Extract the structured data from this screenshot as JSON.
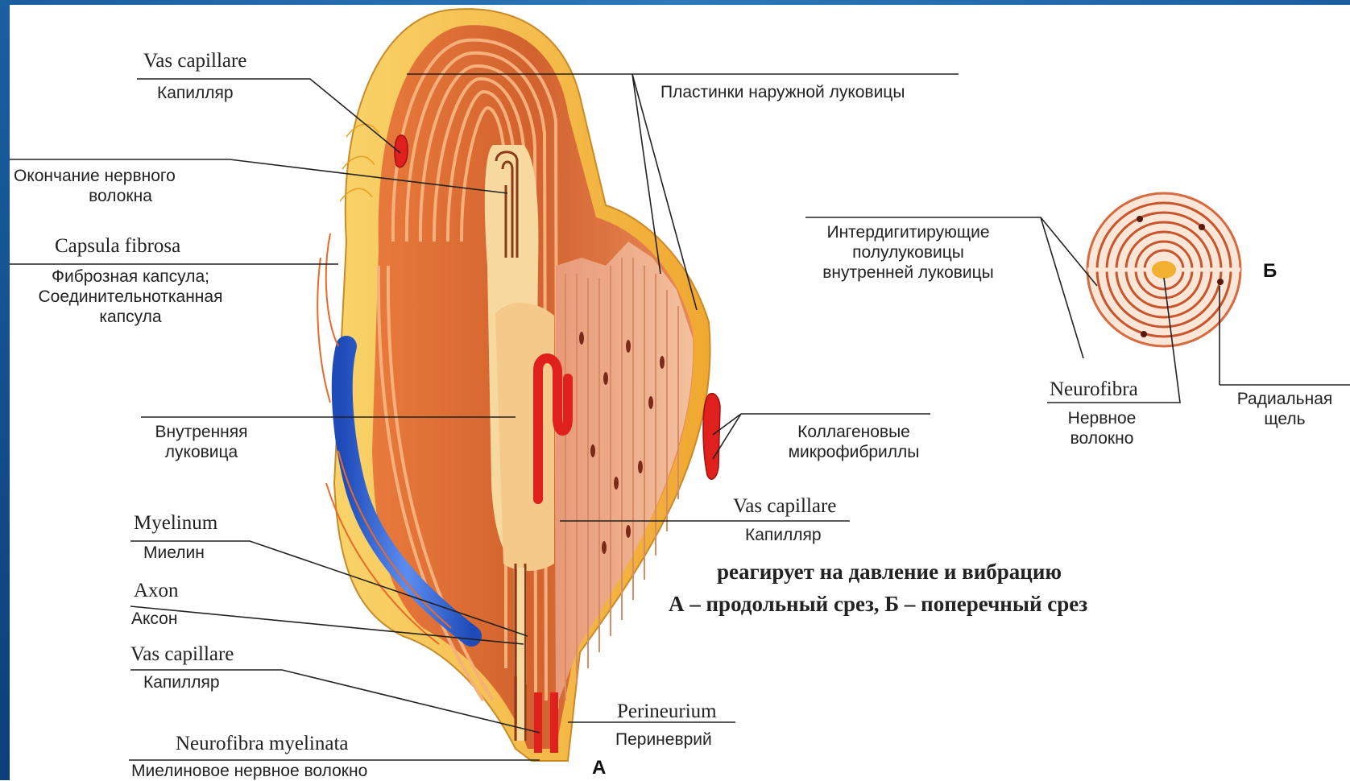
{
  "labels": {
    "vas_capillare_top": {
      "lat": "Vas capillare",
      "ru": "Капилляр"
    },
    "nerve_ending": {
      "line1": "Окончание нервного",
      "line2": "волокна"
    },
    "capsula": {
      "lat": "Capsula fibrosa",
      "line1": "Фиброзная капсула;",
      "line2": "Соединительнотканная",
      "line3": "капсула"
    },
    "inner_bulb": {
      "line1": "Внутренняя",
      "line2": "луковица"
    },
    "myelinum": {
      "lat": "Myelinum",
      "ru": "Миелин"
    },
    "axon": {
      "lat": "Axon",
      "ru": "Аксон"
    },
    "vas_capillare_bottom": {
      "lat": "Vas capillare",
      "ru": "Капилляр"
    },
    "neurofibra_myelinata": {
      "lat": "Neurofibra myelinata",
      "ru": "Миелиновое нервное волокно"
    },
    "outer_plates": {
      "ru": "Пластинки наружной луковицы"
    },
    "interdigitating": {
      "line1": "Интердигитирующие",
      "line2": "полулуковицы",
      "line3": "внутренней луковицы"
    },
    "collagen": {
      "line1": "Коллагеновые",
      "line2": "микрофибриллы"
    },
    "vas_capillare_mid": {
      "lat": "Vas capillare",
      "ru": "Капилляр"
    },
    "perineurium": {
      "lat": "Perineurium",
      "ru": "Периневрий"
    },
    "neurofibra": {
      "lat": "Neurofibra",
      "line1": "Нервное",
      "line2": "волокно"
    },
    "radial_slit": {
      "line1": "Радиальная",
      "line2": "щель"
    },
    "letter_a": "А",
    "letter_b": "Б"
  },
  "caption": {
    "line1": "реагирует на давление и вибрацию",
    "line2": "А – продольный срез, Б – поперечный срез"
  },
  "colors": {
    "lamella_dark": "#c0502a",
    "lamella_light": "#f2a070",
    "capsule_yellow": "#f6c23e",
    "vessel_red": "#e0201c",
    "vein_blue": "#2f5fd0",
    "frame_blue": "#1a5fa0"
  }
}
